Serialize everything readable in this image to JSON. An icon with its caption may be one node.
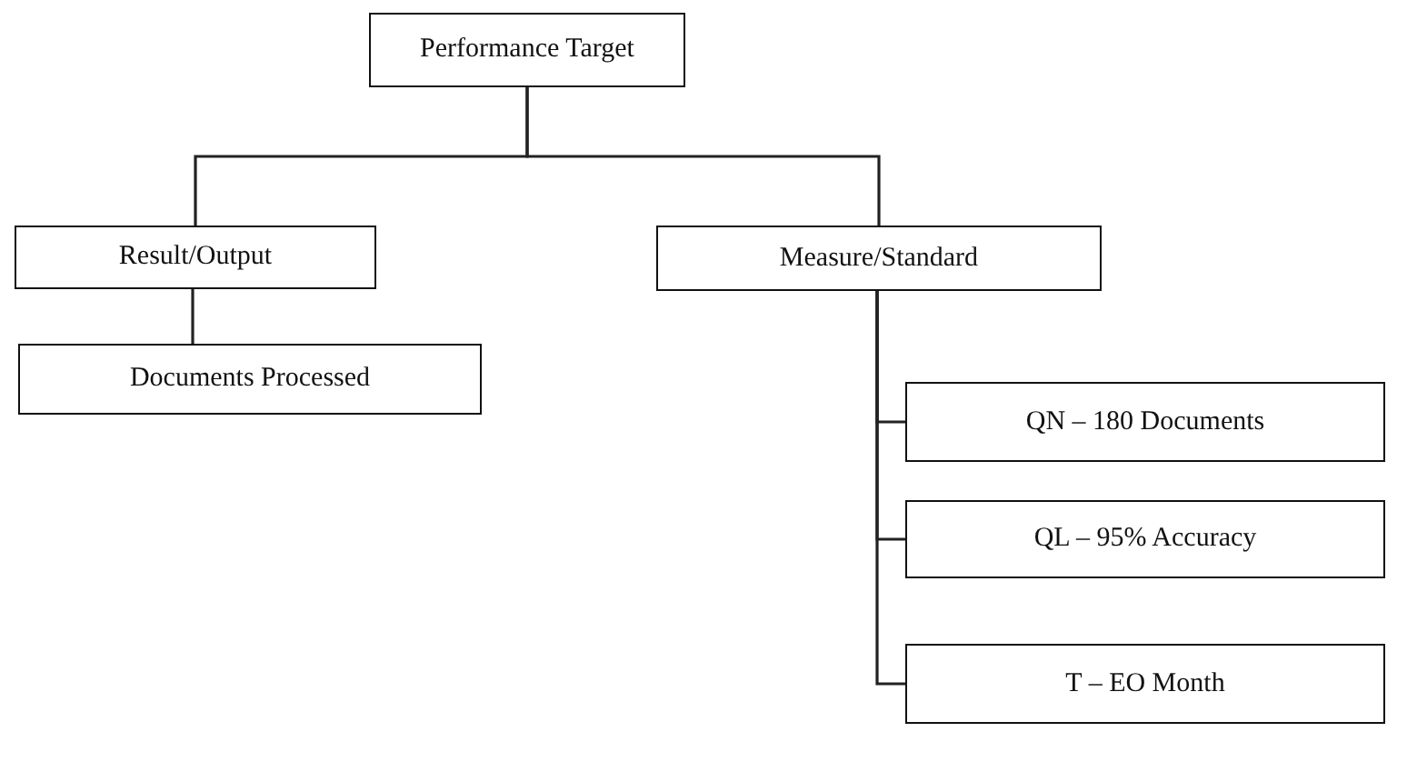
{
  "diagram": {
    "nodes": [
      {
        "text": [
          "Performance Target"
        ]
      },
      {
        "text": [
          "Result/Output"
        ]
      },
      {
        "text": [
          "Measure/Standard"
        ]
      },
      {
        "text": [
          "Documents Processed"
        ]
      },
      {
        "text": [
          "QN – 180 Documents"
        ]
      },
      {
        "text": [
          "QL – 95% Accuracy"
        ]
      },
      {
        "text": [
          "T – EO Month"
        ]
      }
    ],
    "edges": [
      {
        "from": 0,
        "to": 1,
        "arrow": "none"
      },
      {
        "from": 0,
        "to": 2,
        "arrow": "none"
      },
      {
        "from": 1,
        "to": 3,
        "arrow": "none"
      },
      {
        "from": 2,
        "to": 4,
        "arrow": "none"
      },
      {
        "from": 2,
        "to": 5,
        "arrow": "none"
      },
      {
        "from": 2,
        "to": 6,
        "arrow": "none"
      }
    ]
  }
}
